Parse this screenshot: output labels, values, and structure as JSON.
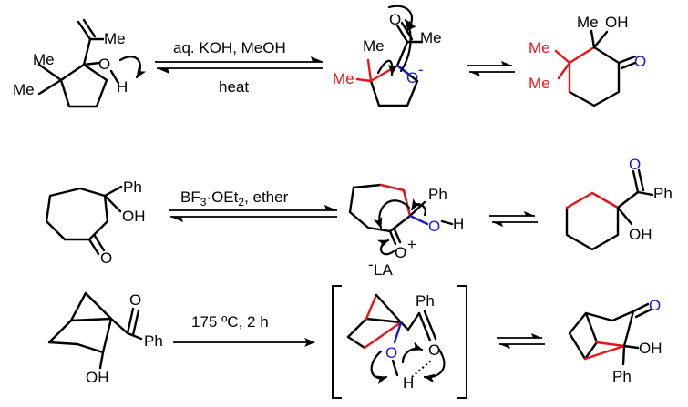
{
  "colors": {
    "ink": "#000000",
    "red_bond": "#e8141b",
    "blue_atom": "#1a1ad6"
  },
  "row1": {
    "conditions_top": "aq. KOH, MeOH",
    "conditions_bottom": "heat",
    "start": {
      "me1": "Me",
      "me2": "Me",
      "me_acyl": "Me",
      "o_hydroxyl": "O",
      "h": "H"
    },
    "intermediate": {
      "me1": "Me",
      "me2": "Me",
      "me_acyl": "Me",
      "o_carbonyl": "O",
      "o_alkoxide": "O",
      "charge": "-"
    },
    "product": {
      "me1": "Me",
      "me2": "Me",
      "me3": "Me",
      "oh": "OH",
      "o_ketone": "O"
    }
  },
  "row2": {
    "conditions_top_a": "BF",
    "conditions_top_sub1": "3",
    "conditions_top_b": "·OEt",
    "conditions_top_sub2": "2",
    "conditions_top_c": ", ether",
    "start": {
      "ph": "Ph",
      "oh": "OH",
      "o_ketone": "O"
    },
    "intermediate": {
      "ph": "Ph",
      "o_hydroxyl": "O",
      "h": "H",
      "o_oxonium": "O",
      "plus": "+",
      "la_charge": "-",
      "la": "LA"
    },
    "product": {
      "o_ketone": "O",
      "ph": "Ph",
      "oh": "OH"
    }
  },
  "row3": {
    "conditions_top": "175 ºC, 2 h",
    "start": {
      "o_ketone": "O",
      "ph": "Ph",
      "oh": "OH"
    },
    "intermediate": {
      "ph": "Ph",
      "o_hydroxyl": "O",
      "o_carbonyl": "O",
      "h": "H"
    },
    "product": {
      "o_ketone": "O",
      "oh": "OH",
      "ph": "Ph"
    }
  }
}
